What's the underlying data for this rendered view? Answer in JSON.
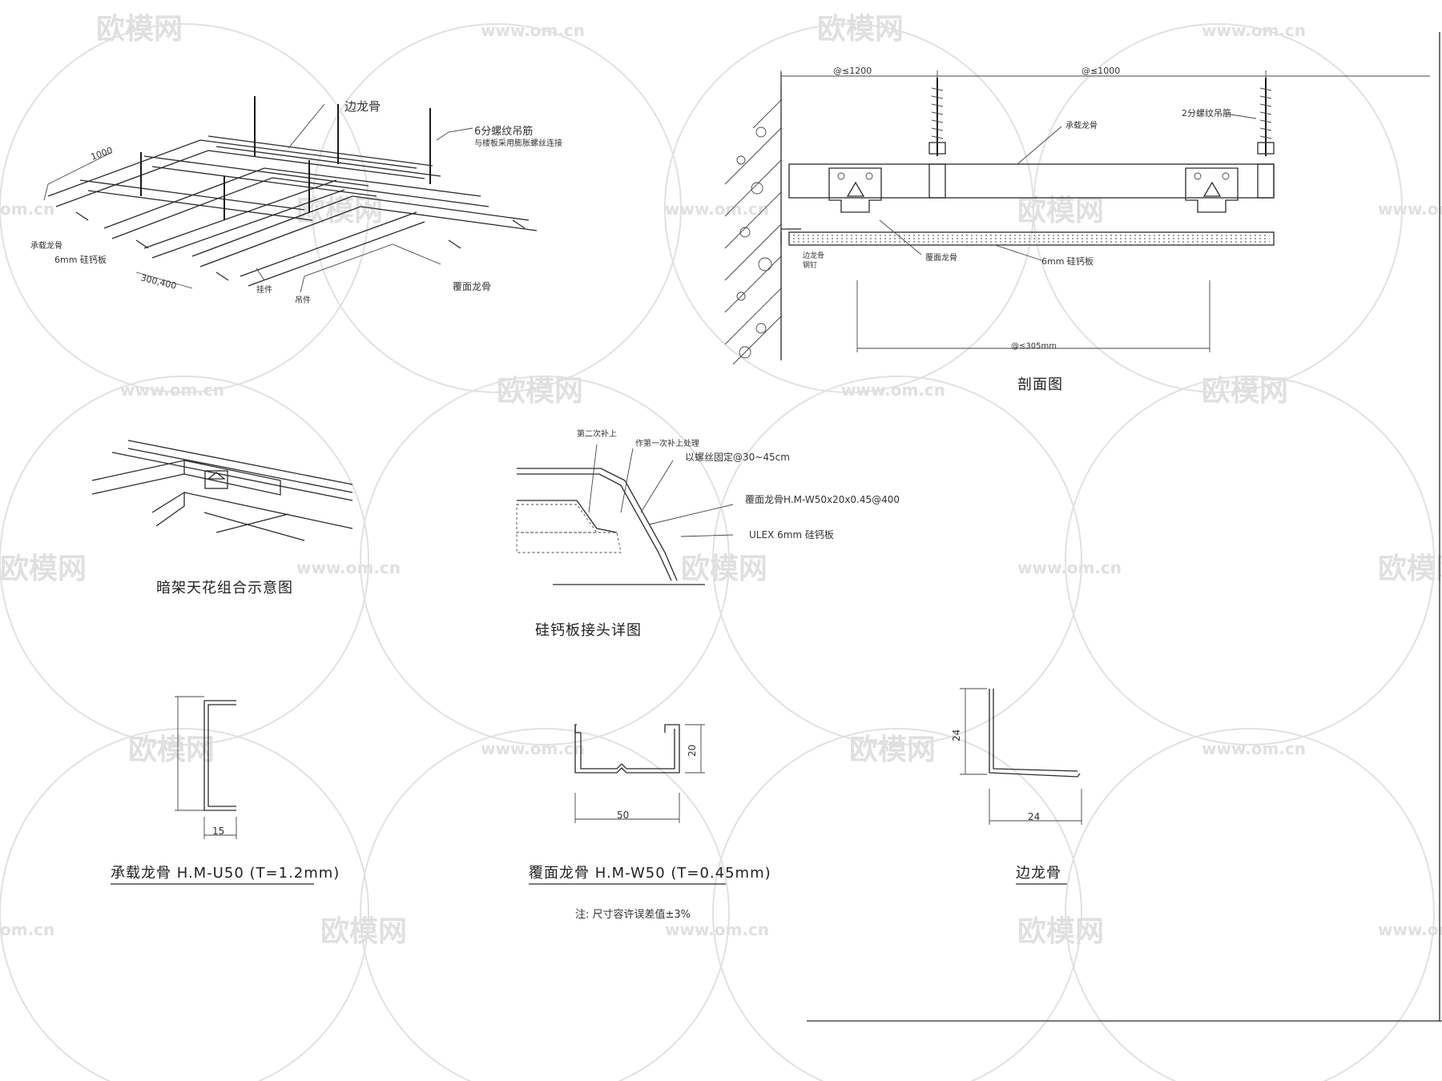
{
  "watermark": {
    "brand": "欧模网",
    "url": "www.om.cn",
    "url_partial": "om.cn",
    "brand_partial": "欧模网"
  },
  "iso_view": {
    "label_edge": "边龙骨",
    "label_rod": "6分螺纹吊筋",
    "label_rod_note": "与楼板采用膨胀螺丝连接",
    "label_main": "承载龙骨",
    "label_board": "6mm 硅钙板",
    "dim_1000": "1000",
    "dim_300": "300,400",
    "label_hanger": "挂件",
    "label_clip": "吊件",
    "label_cover": "覆面龙骨"
  },
  "section_view": {
    "dim_1200": "@≤1200",
    "dim_1000": "@≤1000",
    "label_main": "承载龙骨",
    "label_rod": "2分螺纹吊筋",
    "label_edge": "边龙骨",
    "label_nail": "钢钉",
    "label_cover": "覆面龙骨",
    "label_board": "6mm 硅钙板",
    "dim_305": "@≤305mm",
    "title": "剖面图"
  },
  "grid_view": {
    "title": "暗架天花组合示意图"
  },
  "joint_view": {
    "label_2nd": "第二次补上",
    "label_1st": "作第一次补上处理",
    "label_screw": "以螺丝固定@30~45cm",
    "label_cover": "覆面龙骨H.M-W50x20x0.45@400",
    "label_board": "ULEX 6mm 硅钙板",
    "title": "硅钙板接头详图"
  },
  "profiles": {
    "u50_dim": "15",
    "u50_title": "承载龙骨  H.M-U50 (T=1.2mm)",
    "w50_dim_h": "20",
    "w50_dim_w": "50",
    "w50_title": "覆面龙骨   H.M-W50 (T=0.45mm)",
    "edge_dim_h": "24",
    "edge_dim_w": "24",
    "edge_title": "边龙骨",
    "note": "注: 尺寸容许误差值±3%"
  }
}
